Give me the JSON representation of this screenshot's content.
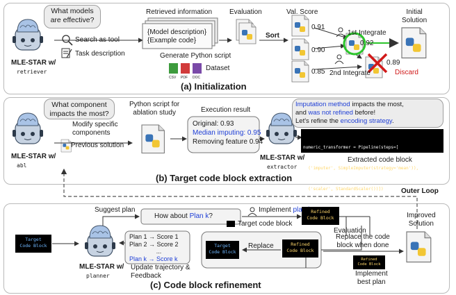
{
  "colors": {
    "blue": "#1f3fd6",
    "red": "#d11a1a",
    "panel_border": "#b9b9b9",
    "bubble_fill": "#ececec",
    "green": "#2bc42b"
  },
  "icons": [
    "robot-head-icon",
    "search-icon",
    "task-doc-icon",
    "python-doc-icon",
    "dataset-icon",
    "person-icon",
    "red-x-icon",
    "green-circle-icon"
  ],
  "init": {
    "question": "What models are effective?",
    "search_tool": "Search as tool",
    "task_desc": "Task description",
    "agent_main": "MLE-STAR w/",
    "agent_sub": "retriever",
    "retrieved_title": "Retrieved information",
    "model_desc": "{Model description}",
    "example_code": "{Example code}",
    "generate": "Generate Python script",
    "dataset": "Dataset",
    "evaluation": "Evaluation",
    "sort": "Sort",
    "val_score": "Val. Score",
    "scores": [
      "0.91",
      "0.90",
      "0.85"
    ],
    "first_integrate": "1st Integrate",
    "second_integrate": "2nd Integrate",
    "merged_score": "0.92",
    "discard_score": "0.89",
    "discard": "Discard",
    "initial_solution": "Initial\nSolution",
    "caption": "(a) Initialization",
    "file_badges": [
      "CSV",
      "PDF",
      "DOC"
    ]
  },
  "extract": {
    "question": "What component impacts the most?",
    "modify": "Modify specific\ncomponents",
    "previous": "Previous solution",
    "agent_main": "MLE-STAR w/",
    "agent_sub": "abl",
    "ablation_title": "Python script for\nablation study",
    "exec_title": "Execution result",
    "original": "Original: 0.93",
    "median": "Median imputing: 0.95",
    "removing": "Removing feature 0.94",
    "bubble_part1": "Imputation method",
    "bubble_part2": " impacts the most,",
    "bubble_part3": "and ",
    "bubble_part4": "was not refined",
    "bubble_part5": " before!",
    "bubble_part6": "Let's refine the ",
    "bubble_part7": "encoding strategy",
    "bubble_part8": ".",
    "extractor_main": "MLE-STAR w/",
    "extractor_sub": "extractor",
    "code_lines": [
      "numeric_transformer = Pipeline(steps=[",
      "  ('imputer', SimpleImputer(strategy='mean')),",
      "  ('scaler', StandardScaler())])"
    ],
    "extracted_label": "Extracted code block",
    "caption": "(b) Target code block extraction"
  },
  "outer_loop": "Outer Loop",
  "refine": {
    "suggest": "Suggest plan",
    "how_about": "How about ",
    "plan_k": "Plan k",
    "question_mark": "?",
    "implement": "Implement ",
    "plan_k2": "plan k",
    "target_code_label": "Target code block",
    "refined_code": "Refined\nCode Block",
    "evaluation": "Evaluation",
    "improved": "Improved\nSolution",
    "target_code": "Target\nCode Block",
    "plans": [
      "Plan 1 → Score 1",
      "Plan 2 → Score 2",
      "...",
      "Plan k → Score k"
    ],
    "agent_main": "MLE-STAR w/",
    "agent_sub": "planner",
    "update": "Update trajectory &\nFeedback",
    "replace": "Replace",
    "replace_when_done": "Replace the code\nblock when done",
    "implement_best": "Implement\nbest plan",
    "caption": "(c) Code block refinement"
  }
}
